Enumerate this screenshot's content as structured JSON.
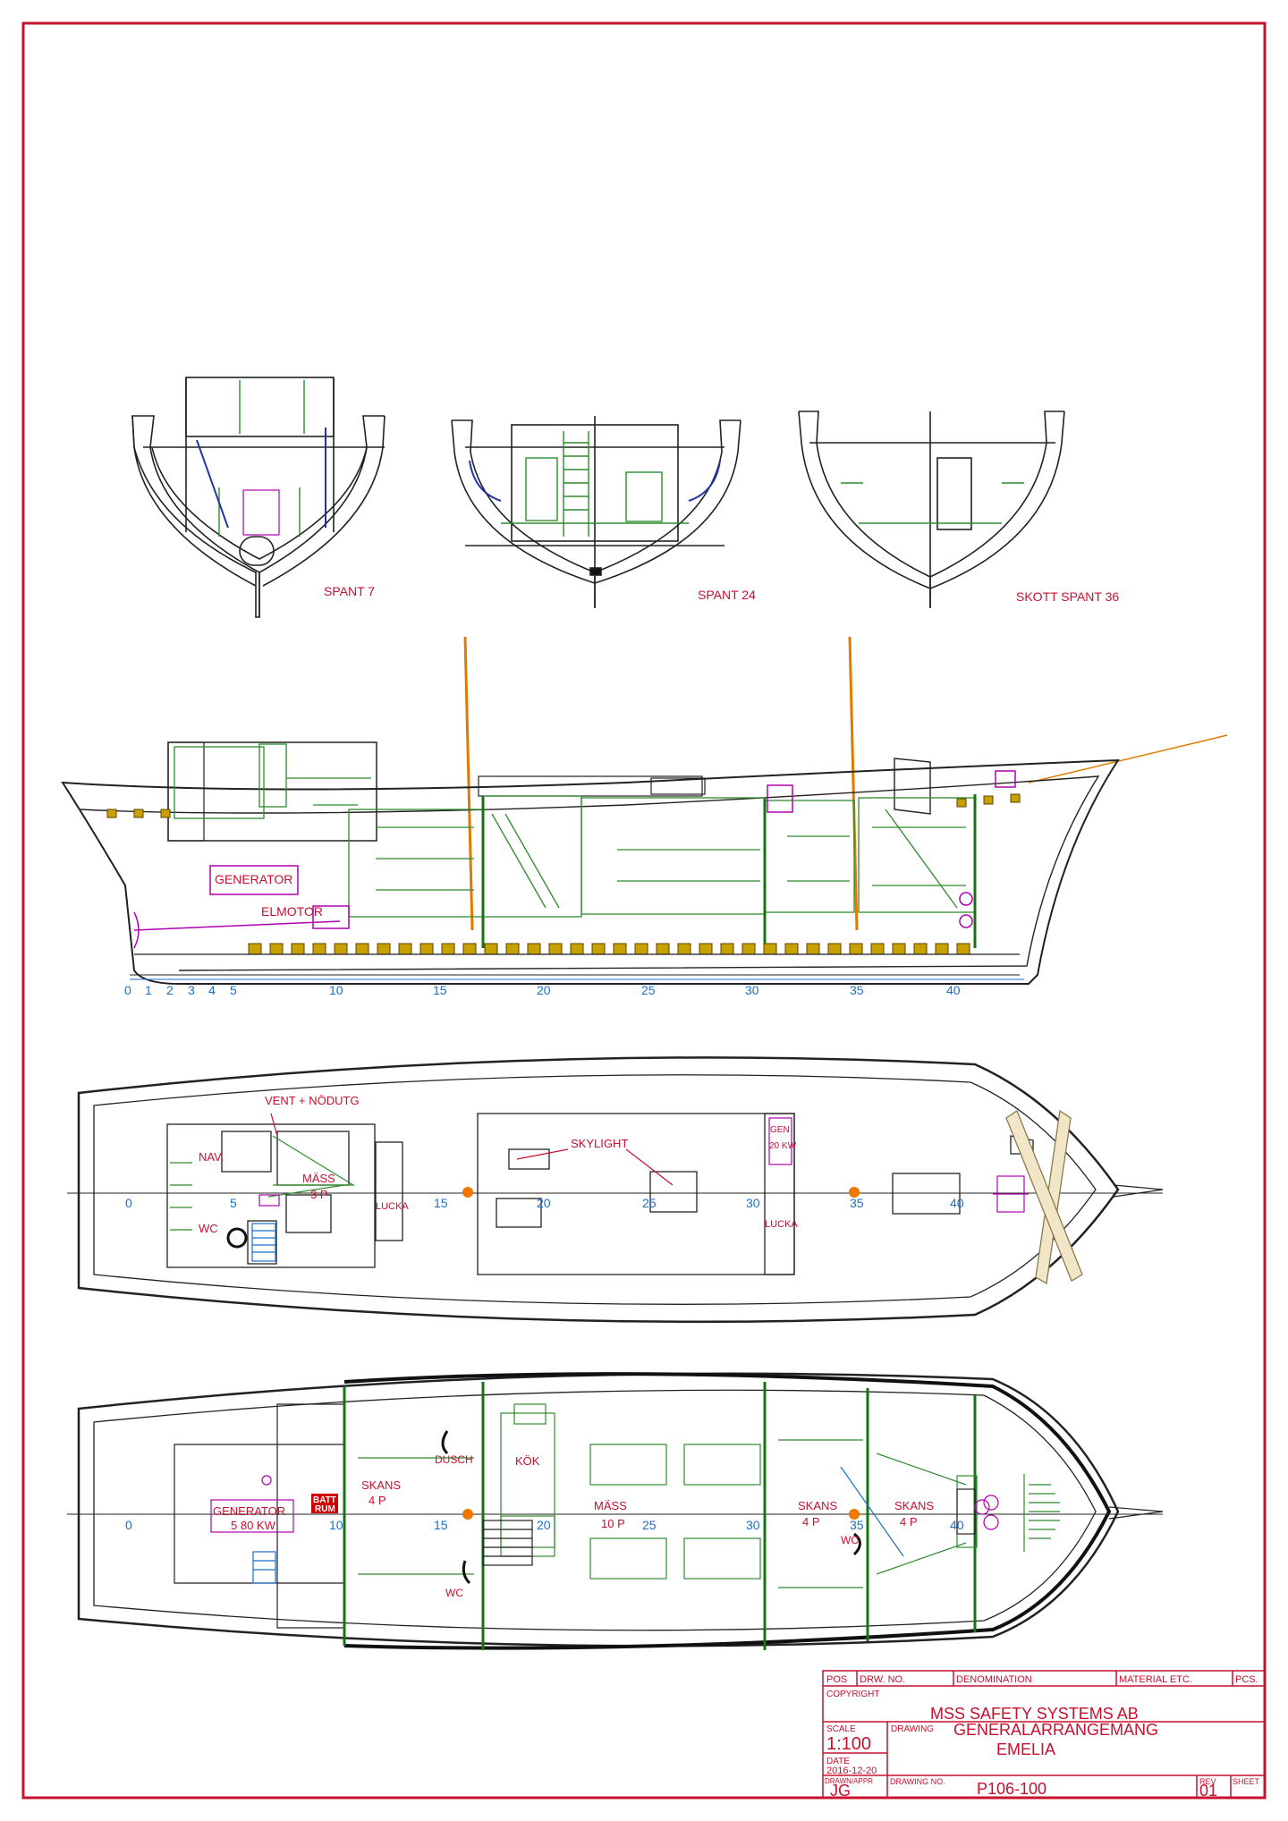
{
  "sections": [
    {
      "label": "SPANT 7"
    },
    {
      "label": "SPANT 24"
    },
    {
      "label": "SKOTT SPANT 36"
    }
  ],
  "profile": {
    "labels": [
      "GENERATOR",
      "ELMOTOR"
    ],
    "frame_ticks": [
      "0",
      "1",
      "2",
      "3",
      "4",
      "5",
      "10",
      "15",
      "20",
      "25",
      "30",
      "35",
      "40"
    ]
  },
  "deck_plan": {
    "labels": [
      "VENT + NÖDUTG",
      "NAV.",
      "MÄSS",
      "3 P",
      "WC",
      "LUCKA",
      "SKYLIGHT",
      "GEN",
      "20 KW",
      "LUCKA"
    ],
    "frame_ticks": [
      "0",
      "5",
      "15",
      "20",
      "25",
      "30",
      "35",
      "40"
    ]
  },
  "lower_plan": {
    "labels": [
      "GENERATOR",
      "5 80 KW",
      "BATT",
      "RUM",
      "SKANS",
      "4 P",
      "DUSCH",
      "KÖK",
      "MÄSS",
      "10 P",
      "SKANS",
      "4 P",
      "SKANS",
      "4 P",
      "WC",
      "WC"
    ],
    "frame_ticks": [
      "0",
      "10",
      "15",
      "20",
      "25",
      "30",
      "35",
      "40"
    ]
  },
  "title_block": {
    "headers": [
      "POS",
      "DRW. NO.",
      "DENOMINATION",
      "MATERIAL ETC.",
      "PCS."
    ],
    "copyright_label": "COPYRIGHT",
    "company": "MSS SAFETY SYSTEMS AB",
    "scale_label": "SCALE",
    "scale": "1:100",
    "drawing_label": "DRAWING",
    "drawing_title": "GENERALARRANGEMANG",
    "drawing_subtitle": "EMELIA",
    "date_label": "DATE",
    "date": "2016-12-20",
    "drawn_label": "DRAWN/APPR",
    "drawn_by": "JG",
    "drawing_no_label": "DRAWING NO.",
    "drawing_no": "P106-100",
    "rev_label": "REV",
    "rev": "01",
    "sheet_label": "SHEET"
  },
  "colors": {
    "border": "#c8102e",
    "text": "#c8102e",
    "frames": "#1b6fc9",
    "structure": "#2e8b2e",
    "mast": "#e07b00",
    "hull": "#222222"
  }
}
